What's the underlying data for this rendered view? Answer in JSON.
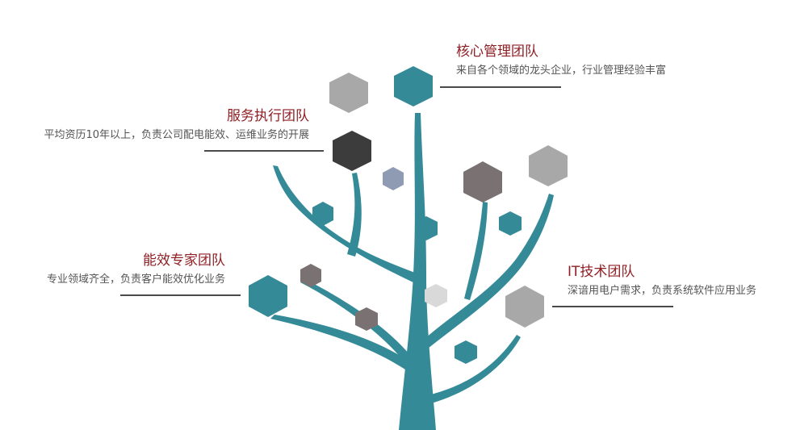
{
  "teams": [
    {
      "title": "核心管理团队",
      "desc": "来自各个领域的龙头企业，行业管理经验丰富"
    },
    {
      "title": "服务执行团队",
      "desc": "平均资历10年以上，负责公司配电能效、运维业务的开展"
    },
    {
      "title": "能效专家团队",
      "desc": "专业领域齐全，负责客户能效优化业务"
    },
    {
      "title": "IT技术团队",
      "desc": "深谙用电户需求，负责系统软件应用业务"
    }
  ],
  "colors": {
    "title": "#8f1f24",
    "tree": "#358a98",
    "line": "#4a4a4a"
  }
}
